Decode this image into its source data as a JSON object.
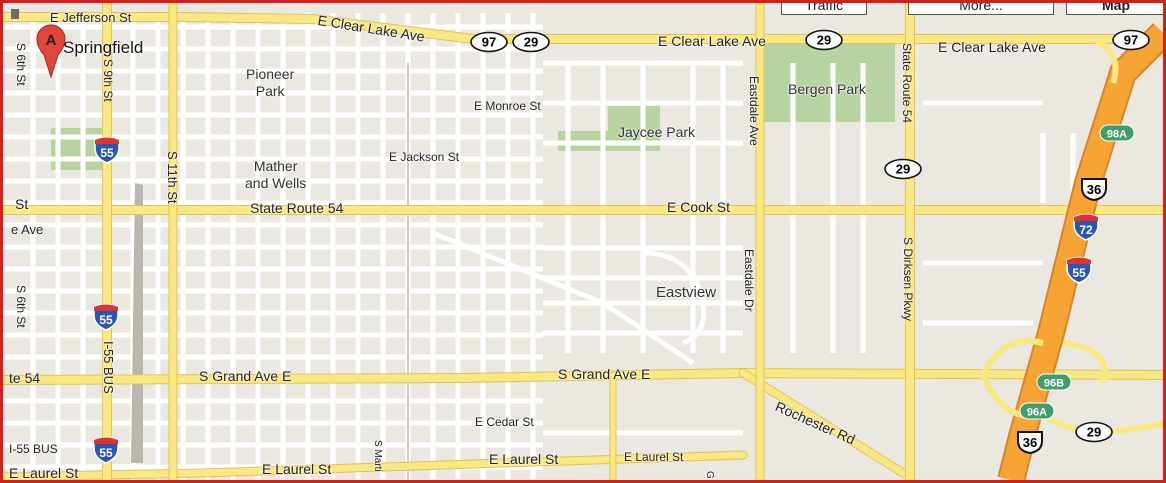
{
  "map": {
    "city_name": "Springfield",
    "marker_letter": "A",
    "controls": [
      "Traffic",
      "More...",
      "Map"
    ],
    "streets": {
      "e_jefferson": "E Jefferson St",
      "e_clear_lake_1": "E Clear Lake Ave",
      "e_clear_lake_2": "E Clear Lake Ave",
      "e_clear_lake_3": "E Clear Lake Ave",
      "e_monroe": "E Monroe St",
      "e_jackson": "E Jackson St",
      "state_route_54_h": "State Route 54",
      "e_cook": "E Cook St",
      "st_left": "St",
      "ave_left": "e Ave",
      "s_grand_1": "S Grand Ave E",
      "s_grand_2": "S Grand Ave E",
      "route54_left": "te 54",
      "e_cedar": "E Cedar St",
      "e_laurel_1": "E Laurel St",
      "e_laurel_2": "E Laurel St",
      "e_laurel_3": "E Laurel St",
      "e_laurel_left": "E Laurel St",
      "i55_bus_h": "I-55 BUS",
      "rochester": "Rochester Rd",
      "s_6th_1": "S 6th St",
      "s_6th_2": "S 6th St",
      "s_9th": "S 9th St",
      "s_11th": "S 11th St",
      "i55_bus_v": "I-55 BUS",
      "eastdale_ave": "Eastdale Ave",
      "eastdale_dr": "Eastdale Dr",
      "state_route_54_v": "State Route 54",
      "s_dirksen": "S Dirksen Pkwy",
      "s_martin": "S Marti",
      "g_label": "G"
    },
    "places": {
      "pioneer": "Pioneer\nPark",
      "mather": "Mather\nand Wells",
      "jaycee": "Jaycee Park",
      "bergen": "Bergen Park",
      "eastview": "Eastview"
    },
    "shields": {
      "r97_a": "97",
      "r29_a": "29",
      "r29_b": "29",
      "r97_b": "97",
      "r29_c": "29",
      "r29_d": "29",
      "i55_a": "55",
      "i55_b": "55",
      "i55_c": "55",
      "i55_d": "55",
      "i72": "72",
      "us36_a": "36",
      "us36_b": "36",
      "exit98a": "98A",
      "exit96b": "96B",
      "exit96a": "96A"
    },
    "colors": {
      "background": "#ebe8e1",
      "park": "#b7d3a2",
      "minor_road": "#ffffff",
      "major_road": "#fae882",
      "major_road_edge": "#e3c45c",
      "interstate": "#f6a534",
      "interstate_edge": "#d6862a",
      "marker": "#e0453a",
      "frame": "#d41f1f"
    }
  }
}
